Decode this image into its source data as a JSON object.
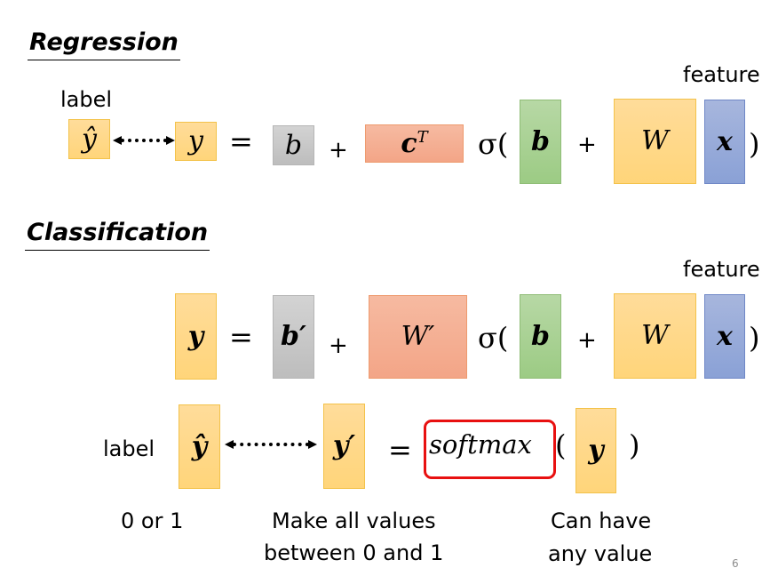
{
  "regression": {
    "heading": "Regression",
    "label_text": "label",
    "feature_text": "feature",
    "y_hat": "ŷ",
    "y": "y",
    "equals": "=",
    "b_scalar": "b",
    "plus1": "+",
    "cT_base": "c",
    "cT_sup": "T",
    "sigma_open": "σ(",
    "b_vec": "b",
    "plus2": "+",
    "W": "W",
    "x": "x",
    "close": ")"
  },
  "classification": {
    "heading": "Classification",
    "feature_text": "feature",
    "y": "y",
    "equals": "=",
    "b_prime": "b′",
    "plus1": "+",
    "W_prime": "W′",
    "sigma_open": "σ(",
    "b_vec": "b",
    "plus2": "+",
    "W": "W",
    "x": "x",
    "close": ")",
    "softmax_row": {
      "label_text": "label",
      "y_hat": "ŷ",
      "y_prime": "y′",
      "equals": "=",
      "softmax": "softmax",
      "open": "(",
      "y": "y",
      "close": ")"
    },
    "notes": {
      "label_note": "0 or 1",
      "softmax_note_line1": "Make all values",
      "softmax_note_line2": "between 0 and 1",
      "y_note_line1": "Can have",
      "y_note_line2": "any value"
    }
  },
  "colors": {
    "highlight_box": "#e81010",
    "yellow": "#ffd98a",
    "gray": "#c8c8c8",
    "salmon": "#f5ae92",
    "green": "#a9d194",
    "blue": "#98abd9"
  },
  "page_number": "6"
}
